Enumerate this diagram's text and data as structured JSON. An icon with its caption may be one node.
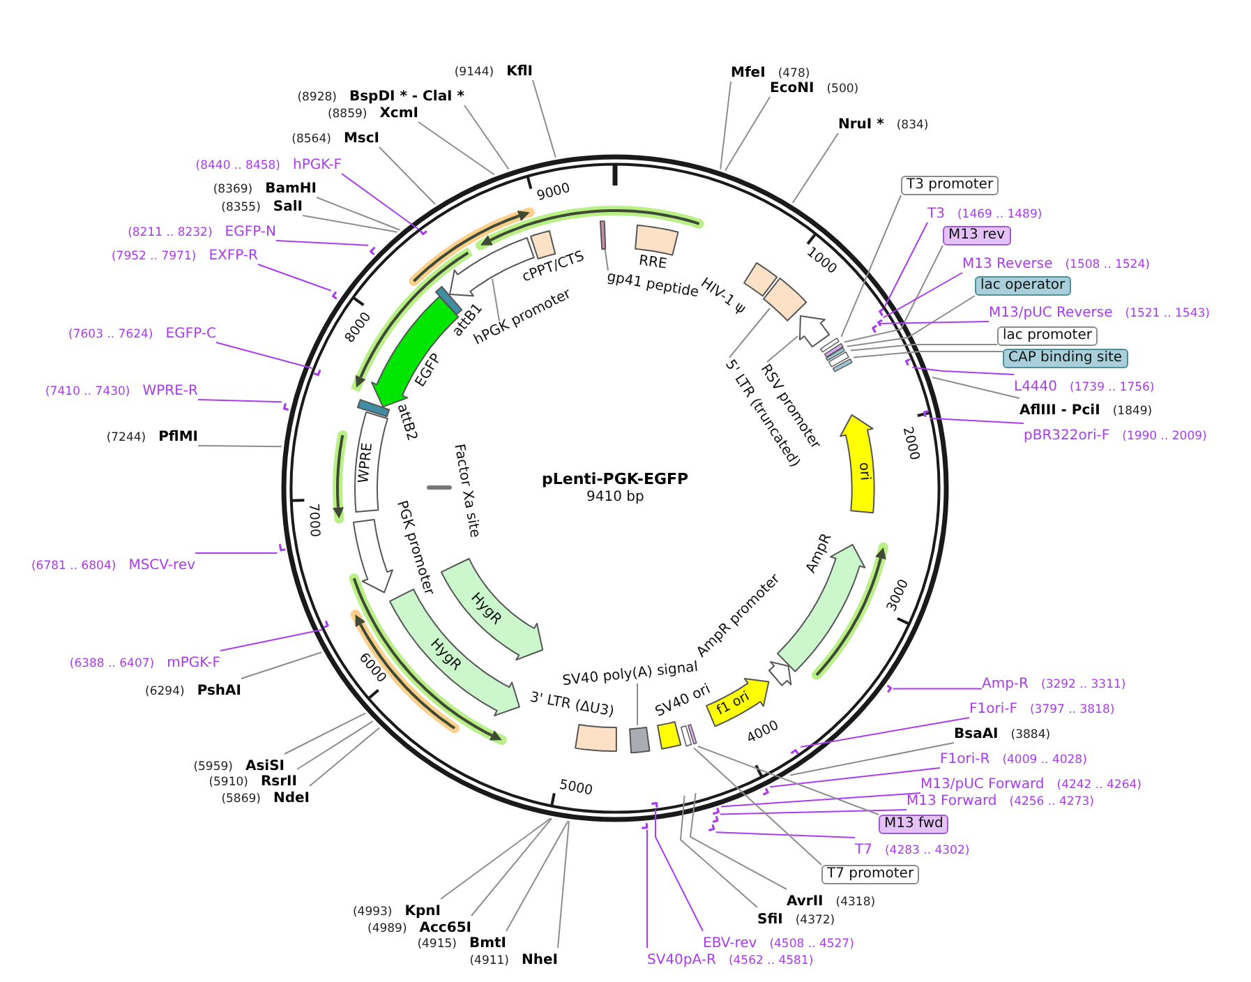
{
  "diagram": {
    "title": "pLenti-PGK-EGFP",
    "nodes": [
      {
        "text": [
          "MfeI"
        ],
        "beside": [
          "(478)"
        ]
      },
      {
        "text": [
          "EcoNI"
        ],
        "beside": [
          "(500)"
        ]
      },
      {
        "text": [
          "NruI *"
        ],
        "beside": [
          "(834)"
        ]
      },
      {
        "text": [
          "T3 promoter"
        ]
      },
      {
        "text": [
          "T3"
        ],
        "beside": [
          "(1469 .. 1489)"
        ]
      },
      {
        "text": [],
        "shape": "bar"
      },
      {
        "text": [
          "M13 rev"
        ]
      },
      {
        "text": [
          "M13 Reverse"
        ],
        "beside": [
          "(1508 .. 1524)"
        ]
      },
      {
        "text": [],
        "shape": "bar"
      },
      {
        "text": [
          "lac operator"
        ]
      },
      {
        "text": [
          "M13/pUC Reverse"
        ],
        "beside": [
          "(1521 .. 1543)"
        ]
      },
      {
        "text": [],
        "shape": "bar"
      },
      {
        "text": [
          "lac promoter"
        ]
      },
      {
        "text": [
          "CAP binding site"
        ]
      },
      {
        "text": [
          "L4440"
        ],
        "beside": [
          "(1739 .. 1756)"
        ]
      },
      {
        "text": [],
        "shape": "bar"
      },
      {
        "text": [
          "AflIII - PciI"
        ],
        "beside": [
          "(1849)"
        ]
      },
      {
        "text": [
          "pBR322ori-F"
        ],
        "beside": [
          "(1990 .. 2009)"
        ]
      },
      {
        "text": [],
        "shape": "bar"
      },
      {
        "text": [
          "Amp-R"
        ],
        "beside": [
          "(3292 .. 3311)"
        ]
      },
      {
        "text": [],
        "shape": "bar"
      },
      {
        "text": [
          "F1ori-F"
        ],
        "beside": [
          "(3797 .. 3818)"
        ]
      },
      {
        "text": [],
        "shape": "bar"
      },
      {
        "text": [
          "BsaAI"
        ],
        "beside": [
          "(3884)"
        ]
      },
      {
        "text": [
          "F1ori-R"
        ],
        "beside": [
          "(4009 .. 4028)"
        ]
      },
      {
        "text": [],
        "shape": "bar"
      },
      {
        "text": [
          "M13/pUC Forward"
        ],
        "beside": [
          "(4242 .. 4264)"
        ]
      },
      {
        "text": [],
        "shape": "bar"
      },
      {
        "text": [
          "M13 Forward"
        ],
        "beside": [
          "(4256 .. 4273)"
        ]
      },
      {
        "text": [],
        "shape": "bar"
      },
      {
        "text": [
          "M13 fwd"
        ]
      },
      {
        "text": [
          "T7"
        ],
        "beside": [
          "(4283 .. 4302)"
        ]
      },
      {
        "text": [],
        "shape": "bar"
      },
      {
        "text": [
          "T7 promoter"
        ]
      },
      {
        "text": [
          "AvrII"
        ],
        "beside": [
          "(4318)"
        ]
      },
      {
        "text": [
          "SfiI"
        ],
        "beside": [
          "(4372)"
        ]
      },
      {
        "text": [
          "EBV-rev"
        ],
        "beside": [
          "(4508 .. 4527)"
        ]
      },
      {
        "text": [],
        "shape": "bar"
      },
      {
        "text": [
          "SV40pA-R"
        ],
        "beside": [
          "(4562 .. 4581)"
        ]
      },
      {
        "text": [],
        "shape": "bar"
      },
      {
        "text": [
          "NheI"
        ],
        "beside": [
          "(4911)"
        ]
      },
      {
        "text": [
          "BmtI"
        ],
        "beside": [
          "(4915)"
        ]
      },
      {
        "text": [
          "Acc65I"
        ],
        "beside": [
          "(4989)"
        ]
      },
      {
        "text": [
          "KpnI"
        ],
        "beside": [
          "(4993)"
        ]
      },
      {
        "text": [
          "NdeI"
        ],
        "beside": [
          "(5869)"
        ]
      },
      {
        "text": [
          "RsrII"
        ],
        "beside": [
          "(5910)"
        ]
      },
      {
        "text": [
          "AsiSI"
        ],
        "beside": [
          "(5959)"
        ]
      },
      {
        "text": [
          "PshAI"
        ],
        "beside": [
          "(6294)"
        ]
      },
      {
        "text": [
          "mPGK-F"
        ],
        "beside": [
          "(6388 .. 6407)"
        ]
      },
      {
        "text": [],
        "shape": "bar"
      },
      {
        "text": [
          "MSCV-rev"
        ],
        "beside": [
          "(6781 .. 6804)"
        ]
      },
      {
        "text": [],
        "shape": "bar"
      },
      {
        "text": [
          "PflMI"
        ],
        "beside": [
          "(7244)"
        ]
      },
      {
        "text": [
          "WPRE-R"
        ],
        "beside": [
          "(7410 .. 7430)"
        ]
      },
      {
        "text": [],
        "shape": "bar"
      },
      {
        "text": [
          "EGFP-C"
        ],
        "beside": [
          "(7603 .. 7624)"
        ]
      },
      {
        "text": [],
        "shape": "bar"
      },
      {
        "text": [
          "EXFP-R"
        ],
        "beside": [
          "(7952 .. 7971)"
        ]
      },
      {
        "text": [],
        "shape": "bar"
      },
      {
        "text": [
          "EGFP-N"
        ],
        "beside": [
          "(8211 .. 8232)"
        ]
      },
      {
        "text": [],
        "shape": "bar"
      },
      {
        "text": [
          "SalI"
        ],
        "beside": [
          "(8355)"
        ]
      },
      {
        "text": [
          "BamHI"
        ],
        "beside": [
          "(8369)"
        ]
      },
      {
        "text": [
          "hPGK-F"
        ],
        "beside": [
          "(8440 .. 8458)"
        ]
      },
      {
        "text": [],
        "shape": "bar"
      },
      {
        "text": [
          "MscI"
        ],
        "beside": [
          "(8564)"
        ]
      },
      {
        "text": [
          "XcmI"
        ],
        "beside": [
          "(8859)"
        ]
      },
      {
        "text": [
          "BspDI * - ClaI *"
        ],
        "beside": [
          "(8928)"
        ]
      },
      {
        "text": [
          "KflI"
        ],
        "beside": [
          "(9144)"
        ]
      },
      {
        "text": [
          "RRE"
        ]
      },
      {
        "text": [
          "HIV-1 ψ"
        ]
      },
      {
        "text": [
          "5' LTR (truncated)"
        ]
      },
      {
        "text": [],
        "shape": "box"
      },
      {
        "text": [
          "RSV promoter"
        ]
      },
      {
        "text": [],
        "shape": "arrow"
      },
      {
        "text": [
          "ori"
        ]
      },
      {
        "text": [
          "AmpR"
        ]
      },
      {
        "text": [
          "AmpR promoter"
        ]
      },
      {
        "text": [
          "f1 ori"
        ]
      },
      {
        "text": [
          "SV40 ori"
        ]
      },
      {
        "text": [
          "SV40 poly(A) signal"
        ]
      },
      {
        "text": [],
        "shape": "box"
      },
      {
        "text": [
          "3' LTR (ΔU3)"
        ]
      },
      {
        "text": [
          "HygR"
        ]
      },
      {
        "text": [
          "HygR"
        ]
      },
      {
        "text": [
          "PGK promoter"
        ]
      },
      {
        "text": [
          "Factor Xa site"
        ]
      },
      {
        "text": [
          "WPRE"
        ]
      },
      {
        "text": [
          "attB2"
        ]
      },
      {
        "text": [
          "EGFP"
        ]
      },
      {
        "text": [
          "attB1"
        ]
      },
      {
        "text": [
          "hPGK promoter"
        ]
      },
      {
        "text": [],
        "shape": "arrow"
      },
      {
        "text": [
          "cPPT/CTS"
        ]
      },
      {
        "text": [
          "gp41 peptide"
        ]
      },
      {
        "text": [],
        "shape": "box"
      },
      {
        "text": [],
        "shape": "box"
      },
      {
        "text": [],
        "shape": "box"
      },
      {
        "text": [],
        "shape": "box"
      },
      {
        "text": [],
        "shape": "box"
      },
      {
        "text": [],
        "shape": "box"
      },
      {
        "text": [],
        "shape": "box"
      },
      {
        "text": [],
        "shape": "box"
      }
    ],
    "edges": [
      {
        "from": 0,
        "to": null,
        "arrow": "none"
      },
      {
        "from": 1,
        "to": null,
        "arrow": "none"
      },
      {
        "from": 2,
        "to": null,
        "arrow": "none"
      },
      {
        "from": 3,
        "to": 96,
        "arrow": "none"
      },
      {
        "from": 4,
        "to": 5,
        "arrow": "none",
        "color": "#a83cf0"
      },
      {
        "from": 6,
        "to": 97,
        "arrow": "none"
      },
      {
        "from": 7,
        "to": 8,
        "arrow": "none",
        "color": "#a83cf0"
      },
      {
        "from": 9,
        "to": 98,
        "arrow": "none"
      },
      {
        "from": 10,
        "to": 11,
        "arrow": "none",
        "color": "#a83cf0"
      },
      {
        "from": 12,
        "to": 99,
        "arrow": "none"
      },
      {
        "from": 13,
        "to": 100,
        "arrow": "none"
      },
      {
        "from": 14,
        "to": 15,
        "arrow": "none",
        "color": "#a83cf0"
      },
      {
        "from": 16,
        "to": null,
        "arrow": "none"
      },
      {
        "from": 17,
        "to": 18,
        "arrow": "none",
        "color": "#a83cf0"
      },
      {
        "from": 19,
        "to": 20,
        "arrow": "none",
        "color": "#a83cf0"
      },
      {
        "from": 21,
        "to": 22,
        "arrow": "none",
        "color": "#a83cf0"
      },
      {
        "from": 23,
        "to": null,
        "arrow": "none"
      },
      {
        "from": 24,
        "to": 25,
        "arrow": "none",
        "color": "#a83cf0"
      },
      {
        "from": 26,
        "to": 27,
        "arrow": "none",
        "color": "#a83cf0"
      },
      {
        "from": 28,
        "to": 29,
        "arrow": "none",
        "color": "#a83cf0"
      },
      {
        "from": 30,
        "to": 101,
        "arrow": "none"
      },
      {
        "from": 31,
        "to": 32,
        "arrow": "none",
        "color": "#a83cf0"
      },
      {
        "from": 33,
        "to": 102,
        "arrow": "none"
      },
      {
        "from": 34,
        "to": null,
        "arrow": "none"
      },
      {
        "from": 35,
        "to": null,
        "arrow": "none"
      },
      {
        "from": 36,
        "to": 37,
        "arrow": "none",
        "color": "#a83cf0"
      },
      {
        "from": 38,
        "to": 39,
        "arrow": "none",
        "color": "#a83cf0"
      },
      {
        "from": 40,
        "to": null,
        "arrow": "none"
      },
      {
        "from": 41,
        "to": null,
        "arrow": "none"
      },
      {
        "from": 42,
        "to": null,
        "arrow": "none"
      },
      {
        "from": 43,
        "to": null,
        "arrow": "none"
      },
      {
        "from": 44,
        "to": null,
        "arrow": "none"
      },
      {
        "from": 45,
        "to": null,
        "arrow": "none"
      },
      {
        "from": 46,
        "to": null,
        "arrow": "none"
      },
      {
        "from": 47,
        "to": null,
        "arrow": "none"
      },
      {
        "from": 48,
        "to": 49,
        "arrow": "none",
        "color": "#a83cf0"
      },
      {
        "from": 50,
        "to": 51,
        "arrow": "none",
        "color": "#a83cf0"
      },
      {
        "from": 52,
        "to": null,
        "arrow": "none"
      },
      {
        "from": 53,
        "to": 54,
        "arrow": "none",
        "color": "#a83cf0"
      },
      {
        "from": 55,
        "to": 56,
        "arrow": "none",
        "color": "#a83cf0"
      },
      {
        "from": 57,
        "to": 58,
        "arrow": "none",
        "color": "#a83cf0"
      },
      {
        "from": 59,
        "to": 60,
        "arrow": "none",
        "color": "#a83cf0"
      },
      {
        "from": 61,
        "to": null,
        "arrow": "none"
      },
      {
        "from": 62,
        "to": null,
        "arrow": "none"
      },
      {
        "from": 63,
        "to": 64,
        "arrow": "none",
        "color": "#a83cf0"
      },
      {
        "from": 65,
        "to": null,
        "arrow": "none"
      },
      {
        "from": 66,
        "to": null,
        "arrow": "none"
      },
      {
        "from": 67,
        "to": null,
        "arrow": "none"
      },
      {
        "from": 68,
        "to": null,
        "arrow": "none"
      },
      {
        "from": 71,
        "to": 72,
        "arrow": "none"
      },
      {
        "from": 73,
        "to": 74,
        "arrow": "none"
      },
      {
        "from": 80,
        "to": 81,
        "arrow": "none"
      },
      {
        "from": 91,
        "to": 92,
        "arrow": "none"
      },
      {
        "from": 94,
        "to": 95,
        "arrow": "none"
      }
    ],
    "labels": [
      "9410 bp",
      "1000",
      "2000",
      "3000",
      "4000",
      "5000",
      "6000",
      "7000",
      "8000",
      "9000"
    ]
  }
}
